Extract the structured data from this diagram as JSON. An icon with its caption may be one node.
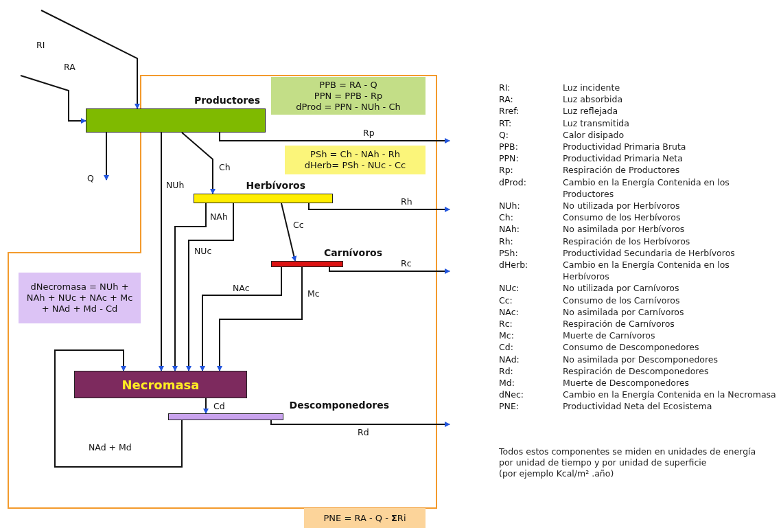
{
  "diagram": {
    "nodes": [
      {
        "text": [
          "Productores"
        ]
      },
      {
        "text": [
          "PPB = RA - Q",
          "PPN = PPB - Rp",
          "dProd = PPN - NUh - Ch"
        ]
      },
      {
        "text": [
          "Herbívoros"
        ]
      },
      {
        "text": [
          "PSh = Ch - NAh - Rh",
          "dHerb= PSh - NUc - Cc"
        ]
      },
      {
        "text": [
          "Carnívoros"
        ]
      },
      {
        "text": [
          "dNecromasa = NUh + NAh + NUc + NAc + Mc + NAd + Md - Cd"
        ]
      },
      {
        "text": [
          "Necromasa"
        ]
      },
      {
        "text": [
          "Descomponedores"
        ]
      },
      {
        "text": [
          "PNE = RA - Q - **Σ**Ri"
        ]
      }
    ],
    "edges": [
      {
        "from": null,
        "to": 0,
        "arrow": "to",
        "label": "RI"
      },
      {
        "from": null,
        "to": 0,
        "arrow": "to",
        "label": "RA"
      },
      {
        "from": 0,
        "to": null,
        "arrow": "to",
        "label": "Q"
      },
      {
        "from": 0,
        "to": null,
        "arrow": "to",
        "label": "Rp"
      },
      {
        "from": 0,
        "to": 2,
        "arrow": "to",
        "label": "Ch"
      },
      {
        "from": 0,
        "to": 6,
        "arrow": "to",
        "label": "NUh"
      },
      {
        "from": 2,
        "to": 6,
        "arrow": "to",
        "label": "NAh"
      },
      {
        "from": 2,
        "to": 6,
        "arrow": "to",
        "label": "NUc"
      },
      {
        "from": 2,
        "to": 4,
        "arrow": "to",
        "label": "Cc"
      },
      {
        "from": 4,
        "to": 6,
        "arrow": "to",
        "label": "NAc"
      },
      {
        "from": 4,
        "to": 6,
        "arrow": "to",
        "label": "Mc"
      },
      {
        "from": 2,
        "to": null,
        "arrow": "to",
        "label": "Rh"
      },
      {
        "from": 4,
        "to": null,
        "arrow": "to",
        "label": "Rc"
      },
      {
        "from": 6,
        "to": 7,
        "arrow": "to",
        "label": "Cd"
      },
      {
        "from": 7,
        "to": null,
        "arrow": "to",
        "label": "Rd"
      },
      {
        "from": 7,
        "to": 6,
        "arrow": "to",
        "label": "NAd + Md"
      }
    ],
    "labels": [
      "RI:",
      "Luz incidente",
      "RA:",
      "Luz absorbida",
      "Rref:",
      "Luz reflejada",
      "RT:",
      "Luz transmitida",
      "Q:",
      "Calor disipado",
      "PPB:",
      "Productividad Primaria Bruta",
      "PPN:",
      "Productividad Primaria Neta",
      "Rp:",
      "Respiración de Productores",
      "dProd:",
      "Cambio en la Energía Contenida en los Productores",
      "NUh:",
      "No utilizada por Herbívoros",
      "Ch:",
      "Consumo de los Herbívoros",
      "NAh:",
      "No asimilada por Herbívoros",
      "Rh:",
      "Respiración de los Herbívoros",
      "PSh:",
      "Productividad Secundaria de Herbívoros",
      "dHerb:",
      "Cambio en la Energía Contenida en los Herbívoros",
      "NUc:",
      "No utilizada por Carnívoros",
      "Cc:",
      "Consumo de los Carnívoros",
      "NAc:",
      "No asimilada por Carnívoros",
      "Rc:",
      "Respiración de Carnívoros",
      "Mc:",
      "Muerte de Carnívoros",
      "Cd:",
      "Consumo de Descomponedores",
      "NAd:",
      "No asimilada por Descomponedores",
      "Rd:",
      "Respiración de Descomponedores",
      "Md:",
      "Muerte de Descomponedores",
      "dNec:",
      "Cambio en la Energía Contenida en la Necromasa",
      "PNE:",
      "Productividad Neta del Ecosistema",
      "Todos estos componentes se miden en unidades de energía por unidad de tiempo y por unidad de superficie",
      "(por ejemplo Kcal/m² .año)"
    ]
  }
}
